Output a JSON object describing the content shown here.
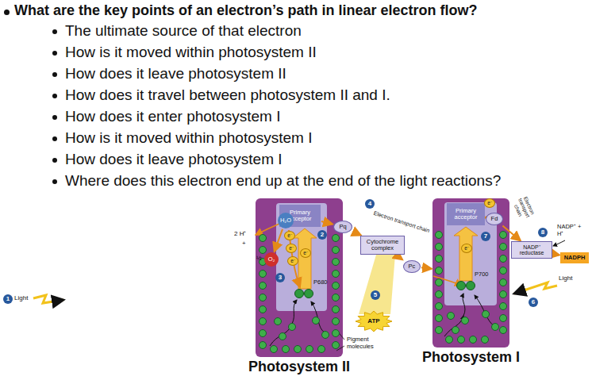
{
  "diagram": {
    "title": "What are the key points of an electron’s path in linear electron flow?",
    "nodes": [
      {
        "text": [
          "Photosystem II"
        ]
      },
      {
        "text": [
          "Primary acceptor"
        ],
        "in": 0
      },
      {
        "text": [
          "H₂O"
        ],
        "in": 0
      },
      {
        "text": [
          "O₂"
        ]
      },
      {
        "text": [
          "Pq"
        ]
      },
      {
        "text": [
          "Cytochrome complex"
        ]
      },
      {
        "text": [
          "ATP"
        ]
      },
      {
        "text": [
          "Pc"
        ]
      },
      {
        "text": [
          "Photosystem I"
        ]
      },
      {
        "text": [
          "Primary acceptor"
        ],
        "in": 8
      },
      {
        "text": [
          "Fd"
        ]
      },
      {
        "text": [
          "NADP⁺ reductase"
        ]
      },
      {
        "text": [
          "NADPH"
        ]
      }
    ],
    "edges": [
      {
        "from": 1,
        "to": 4,
        "arrow": "to"
      },
      {
        "from": 4,
        "to": 5,
        "arrow": "to"
      },
      {
        "from": 5,
        "to": 7,
        "arrow": "to"
      },
      {
        "from": 7,
        "to": 8,
        "arrow": "to"
      },
      {
        "from": 9,
        "to": 10,
        "arrow": "to"
      },
      {
        "from": 10,
        "to": 11,
        "arrow": "to"
      },
      {
        "from": 11,
        "to": 12,
        "arrow": "to"
      },
      {
        "from": 2,
        "to": 3,
        "arrow": "to"
      }
    ],
    "labels": [
      "The ultimate source of that electron",
      "How is it moved within photosystem II",
      "How does it leave photosystem II",
      "How does it travel between photosystem II and I.",
      "How does it enter photosystem I",
      "How is it moved within photosystem I",
      "How does it leave photosystem I",
      "Where does this electron end up at the end of the light reactions?",
      "Electron transport chain",
      "Electron transport chain",
      "NADP⁺ + H⁺",
      "2 H⁺",
      "+",
      "½",
      "P680",
      "P700",
      "Light",
      "Light",
      "Pigment molecules",
      "1",
      "2",
      "3",
      "4",
      "5",
      "6",
      "7",
      "8",
      "e⁻",
      "e⁻",
      "e⁻",
      "e⁻",
      "e⁻",
      "e⁻"
    ]
  }
}
